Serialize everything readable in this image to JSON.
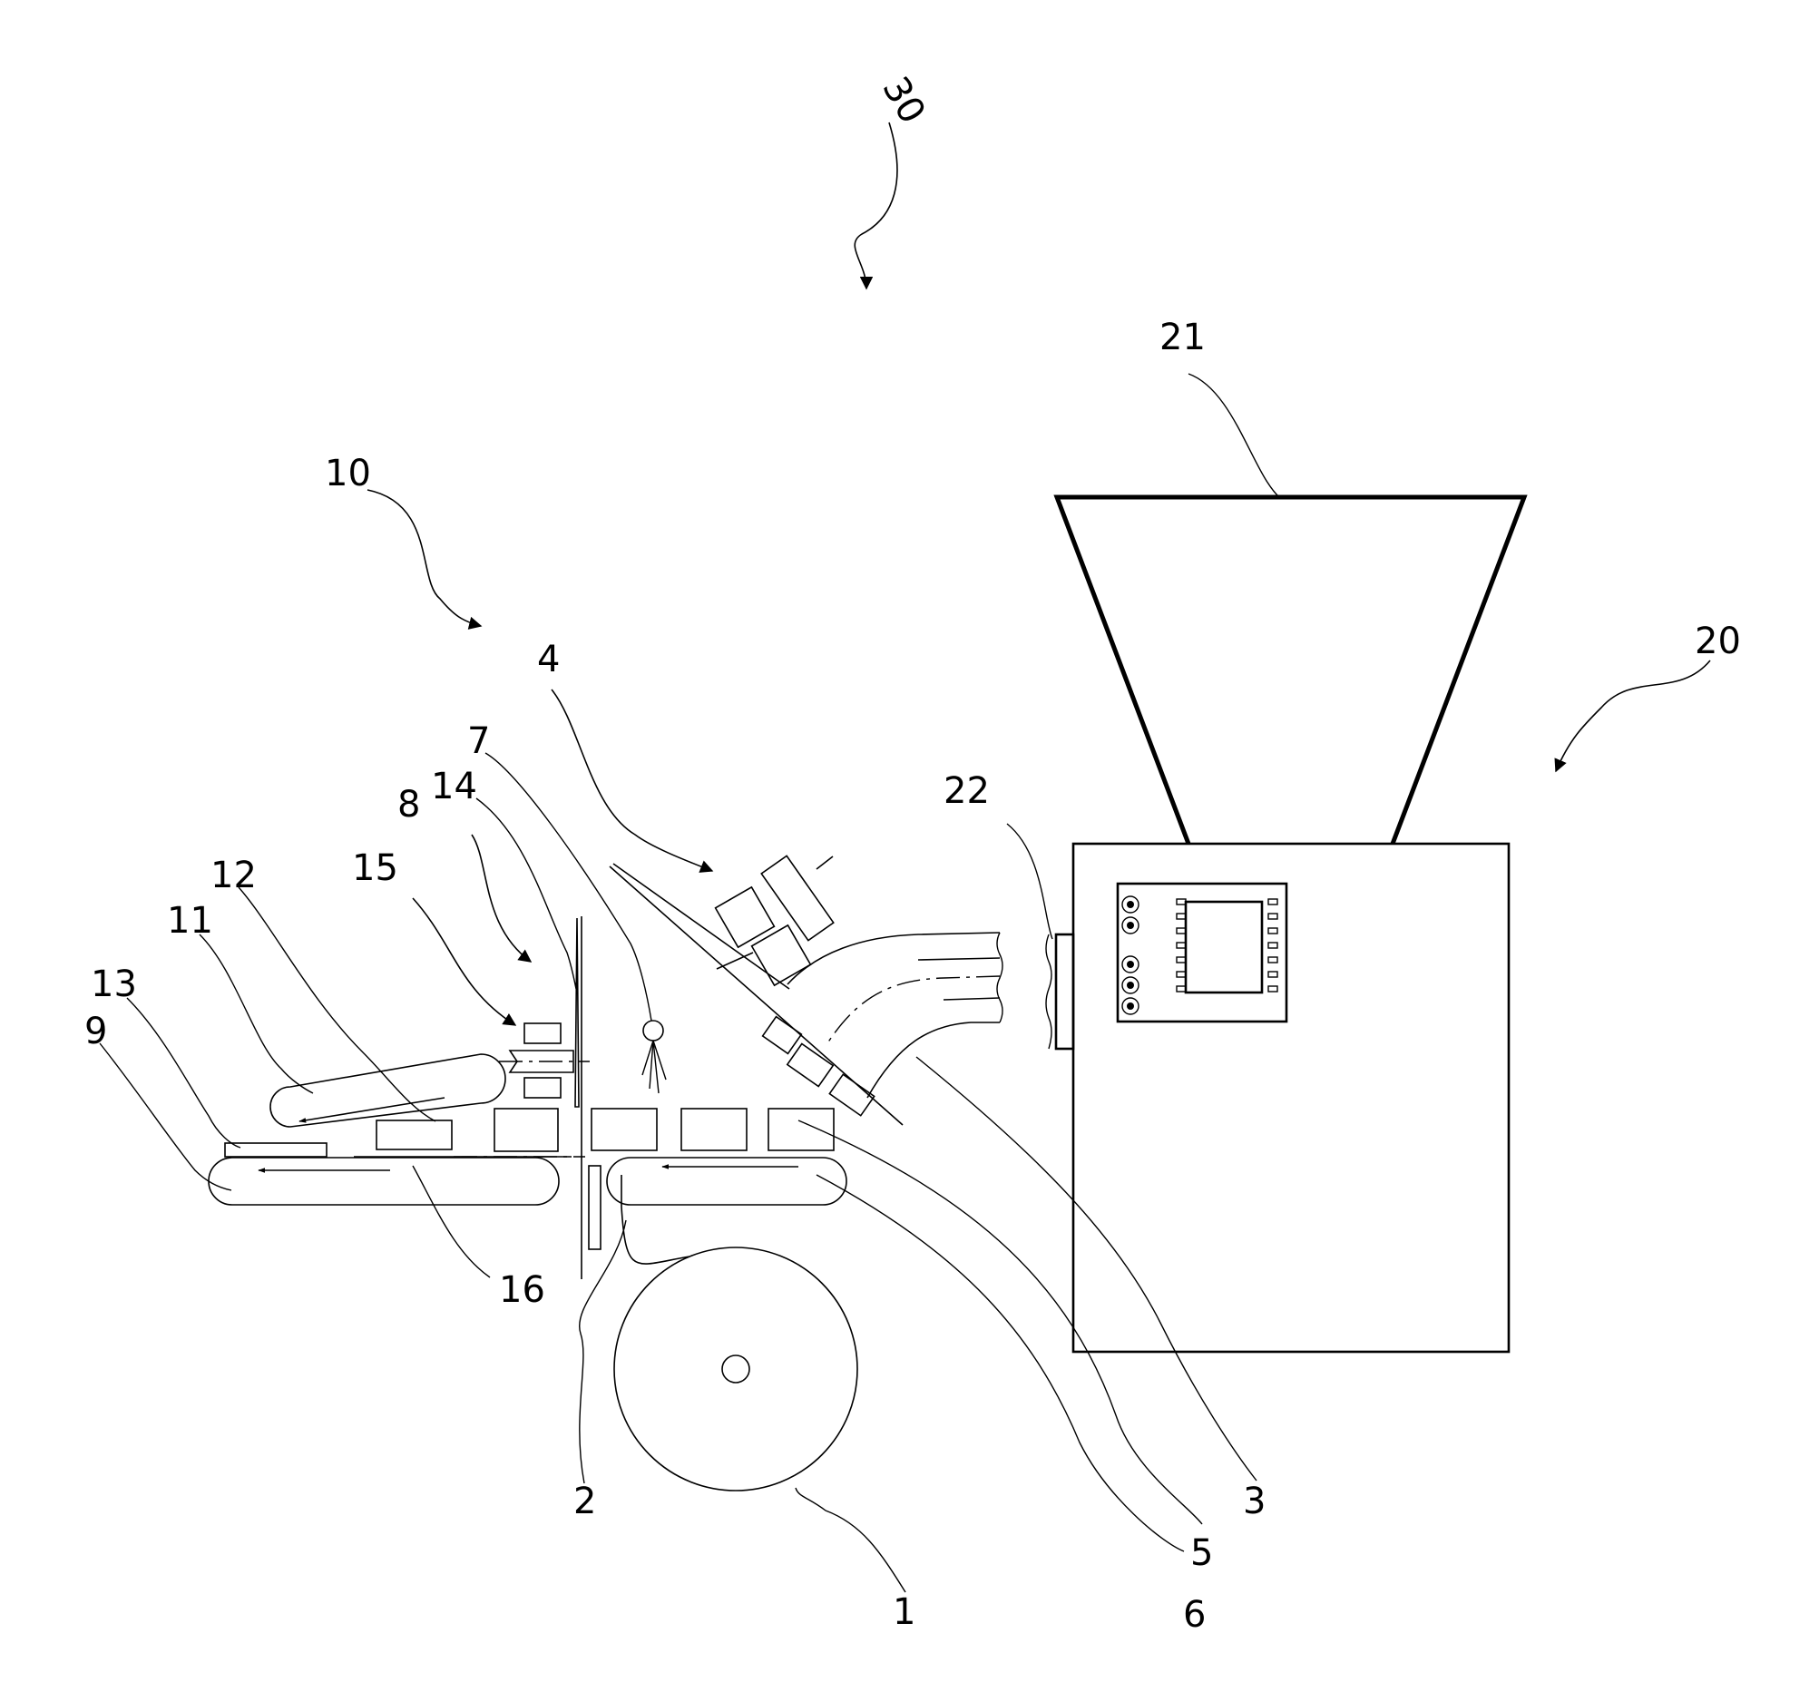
{
  "labels": {
    "l1": "1",
    "l2": "2",
    "l3": "3",
    "l4": "4",
    "l5": "5",
    "l6": "6",
    "l7": "7",
    "l8": "8",
    "l9": "9",
    "l10": "10",
    "l11": "11",
    "l12": "12",
    "l13": "13",
    "l14": "14",
    "l15": "15",
    "l16": "16",
    "l20": "20",
    "l21": "21",
    "l22": "22",
    "l30": "30"
  }
}
